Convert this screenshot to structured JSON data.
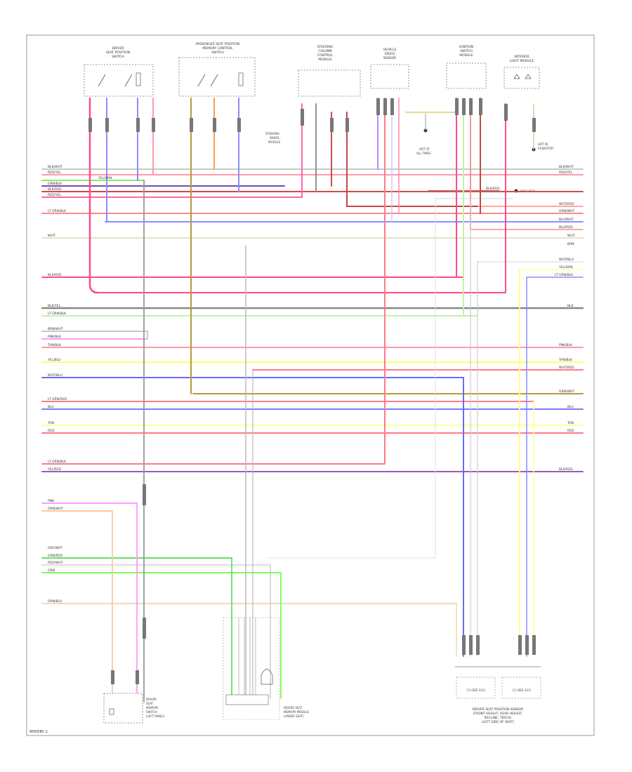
{
  "components": {
    "c1": [
      "DRIVER",
      "SEAT POSITION",
      "SWITCH"
    ],
    "c2": [
      "PASSENGER SEAT POSITION",
      "MEMORY CONTROL",
      "SWITCH"
    ],
    "c3": [
      "STEERING",
      "COLUMN",
      "CONTROL",
      "MODULE"
    ],
    "c4": [
      "VEHICLE",
      "SPEED",
      "SENSOR"
    ],
    "c5": [
      "IGNITION",
      "SWITCH",
      "MODULE"
    ],
    "c6": [
      "INTERIOR",
      "LIGHT MODULE"
    ],
    "c7": [
      "DRIVER",
      "SEAT",
      "MEMORY",
      "SWITCH",
      "(LEFT PANEL)"
    ],
    "c8": [
      "DRIVER SEAT",
      "MEMORY MODULE",
      "(UNDER SEAT)"
    ],
    "c9": [
      "DRIVER SEAT POSITION SENSOR",
      "(FRONT HEIGHT, REAR HEIGHT,",
      "RECLINE, TRACK)",
      "(LEFT SIDE OF SEAT)"
    ]
  },
  "annotations": {
    "a1": [
      "STEERING",
      "WHEEL",
      "MODULE"
    ],
    "a2": [
      "HOT AT",
      "ALL TIMES"
    ],
    "a3": [
      "HOT IN",
      "RUN/START"
    ],
    "a4": [
      "NOT USED"
    ]
  },
  "wire_labels_left": [
    "BLK/WHT",
    "RED/YEL",
    "YEL/GRN",
    "GRN/BLK",
    "BLK/RED",
    "RED/YEL",
    "LT GRN/BLK",
    "WHT",
    "BLK/RED",
    "BLK/YEL",
    "LT GRN/BLK",
    "BRN/WHT",
    "PNK/BLK",
    "TAN/BLK",
    "YEL/BLU",
    "WHT/BLU",
    "LT GRN/RED",
    "BLU",
    "TAN",
    "RED",
    "LT GRN/BLK",
    "YEL/RED",
    "PNK",
    "ORN/WHT",
    "GRY/WHT",
    "GRN/RED",
    "RED/WHT",
    "GRN",
    "ORN/BLU"
  ],
  "wire_labels_right": [
    "BLK/WHT",
    "RED/YEL",
    "BLK/RED",
    "WHT/RED",
    "ORN/WHT",
    "BLU/WHT",
    "BLU/RED",
    "WHT",
    "BRN",
    "WHT/BLU",
    "YEL/GRN",
    "LT GRN/BLU",
    "BLK",
    "PNK/BLK",
    "TAN/BLK",
    "WHT/RED",
    "GRN/WHT",
    "BLU",
    "TAN",
    "RED",
    "BLK/RED"
  ],
  "connector_label": "C3 (SEE G11)",
  "footer_code": "W005BC-1"
}
